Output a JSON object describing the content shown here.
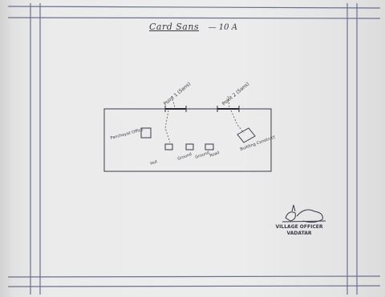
{
  "document": {
    "title": "Card Sans",
    "subtitle": "— 10 A",
    "labels": {
      "point1": "Point 1 (Sans)",
      "point2": "Point 2 (Sans)",
      "office": "Panchayat Office",
      "hut": "Hut",
      "ground1": "Ground",
      "ground2": "Ground",
      "road": "Road",
      "building": "Building Construct"
    },
    "signature": {
      "line1": "VILLAGE OFFICER",
      "line2": "VADATAR"
    }
  }
}
